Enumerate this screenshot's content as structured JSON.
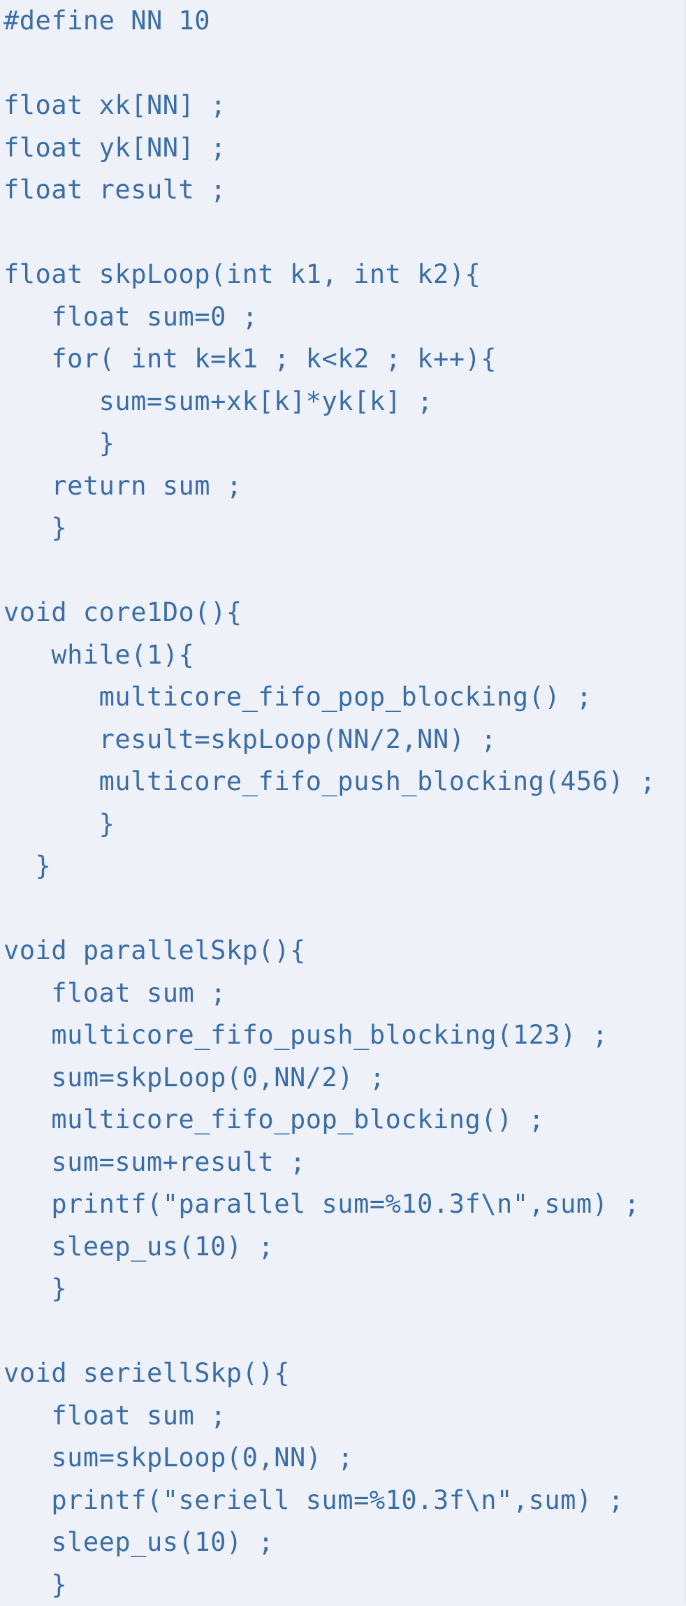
{
  "code": {
    "lines": [
      "#define NN 10",
      "",
      "float xk[NN] ;",
      "float yk[NN] ;",
      "float result ;",
      "",
      "float skpLoop(int k1, int k2){",
      "   float sum=0 ;",
      "   for( int k=k1 ; k<k2 ; k++){",
      "      sum=sum+xk[k]*yk[k] ;",
      "      }",
      "   return sum ;",
      "   }",
      "",
      "void core1Do(){",
      "   while(1){",
      "      multicore_fifo_pop_blocking() ;",
      "      result=skpLoop(NN/2,NN) ;",
      "      multicore_fifo_push_blocking(456) ;",
      "      }",
      "  }",
      "",
      "void parallelSkp(){",
      "   float sum ;",
      "   multicore_fifo_push_blocking(123) ;",
      "   sum=skpLoop(0,NN/2) ;",
      "   multicore_fifo_pop_blocking() ;",
      "   sum=sum+result ;",
      "   printf(\"parallel sum=%10.3f\\n\",sum) ;",
      "   sleep_us(10) ;",
      "   }",
      "",
      "void seriellSkp(){",
      "   float sum ;",
      "   sum=skpLoop(0,NN) ;",
      "   printf(\"seriell sum=%10.3f\\n\",sum) ;",
      "   sleep_us(10) ;",
      "   }"
    ]
  }
}
